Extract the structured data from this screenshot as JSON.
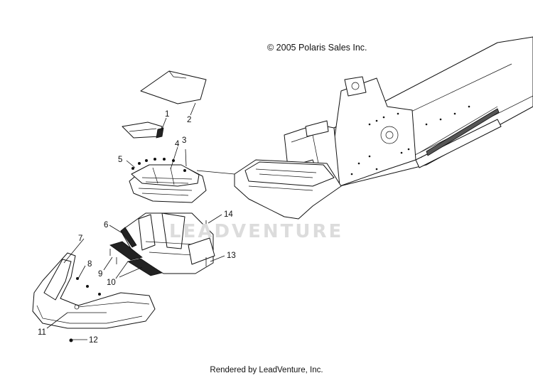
{
  "copyright": "© 2005 Polaris Sales Inc.",
  "watermark": "LEADVENTURE",
  "footer": "Rendered by LeadVenture, Inc.",
  "callouts": [
    "1",
    "2",
    "3",
    "4",
    "5",
    "6",
    "7",
    "8",
    "9",
    "10",
    "11",
    "12",
    "13",
    "14"
  ]
}
